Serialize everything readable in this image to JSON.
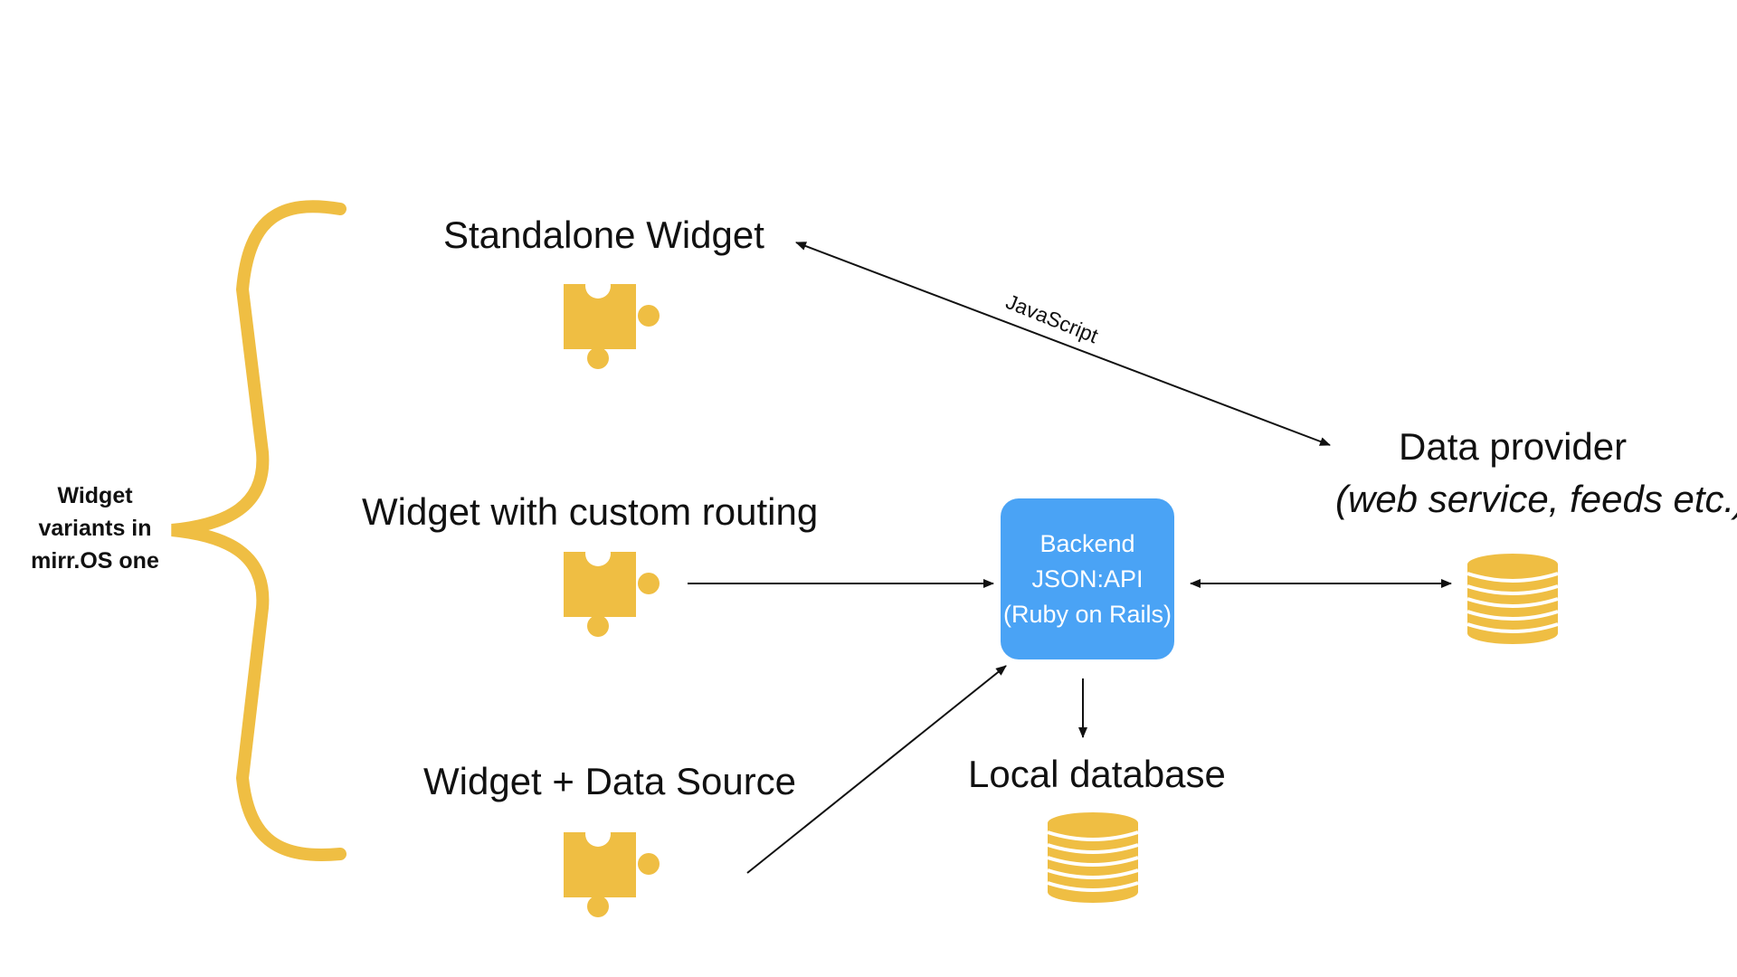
{
  "colors": {
    "accent": "#efbe43",
    "backend": "#4aa3f5",
    "arrow": "#111111"
  },
  "variants_label": [
    "Widget",
    "variants in",
    "mirr.OS one"
  ],
  "widgets": {
    "standalone": {
      "label": "Standalone Widget",
      "icon": "puzzle-piece-icon"
    },
    "custom_routing": {
      "label": "Widget with custom routing",
      "icon": "puzzle-piece-icon"
    },
    "data_source": {
      "label": "Widget + Data Source",
      "icon": "puzzle-piece-icon"
    }
  },
  "backend": {
    "lines": [
      "Backend",
      "JSON:API",
      "(Ruby on Rails)"
    ]
  },
  "data_provider": {
    "title": "Data provider",
    "subtitle": "(web service, feeds etc.)",
    "icon": "database-icon"
  },
  "local_database": {
    "title": "Local database",
    "icon": "database-icon"
  },
  "edges": {
    "standalone_to_provider": "JavaScript"
  }
}
